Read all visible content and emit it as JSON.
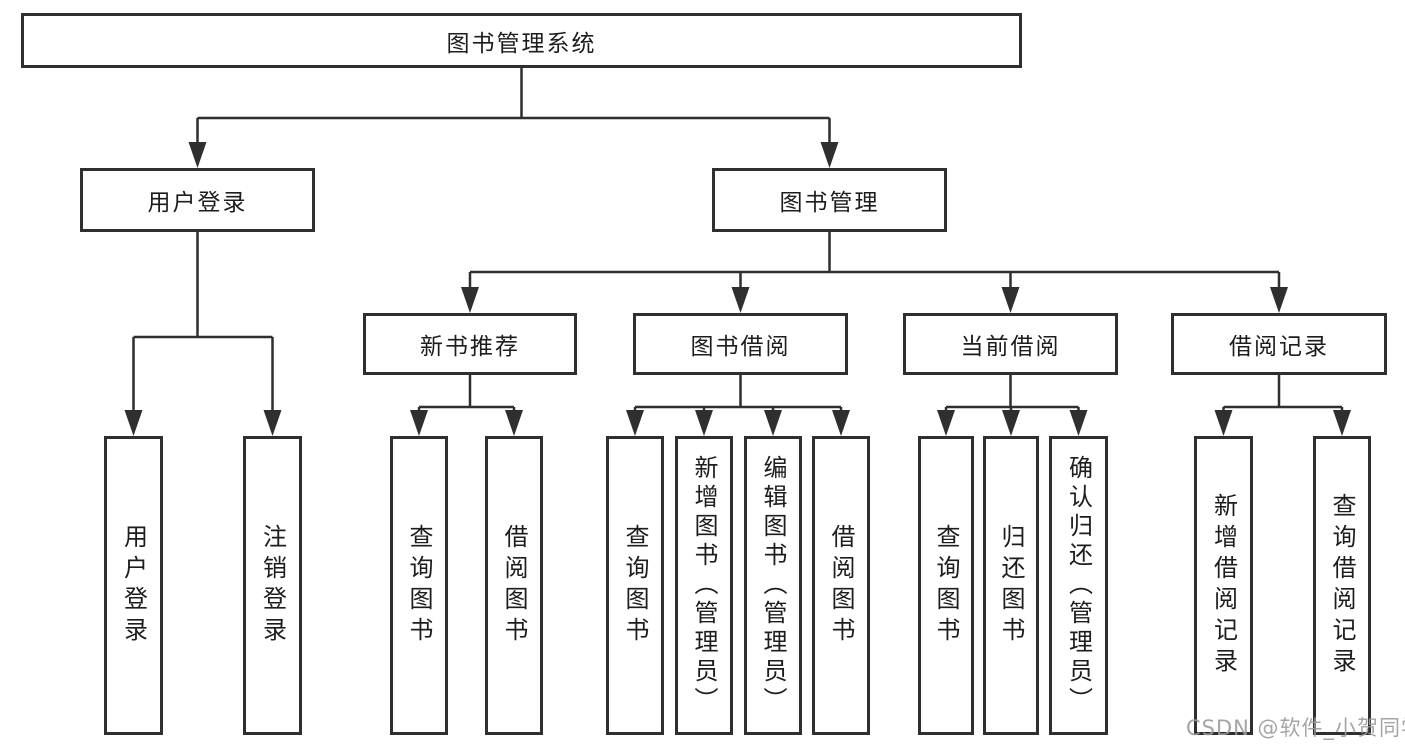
{
  "tree": {
    "label": "图书管理系统",
    "children": [
      {
        "label": "用户登录",
        "children": [
          {
            "label": "用户登录"
          },
          {
            "label": "注销登录"
          }
        ]
      },
      {
        "label": "图书管理",
        "children": [
          {
            "label": "新书推荐",
            "children": [
              {
                "label": "查询图书"
              },
              {
                "label": "借阅图书"
              }
            ]
          },
          {
            "label": "图书借阅",
            "children": [
              {
                "label": "查询图书"
              },
              {
                "label": "新增图书（管理员）"
              },
              {
                "label": "编辑图书（管理员）"
              },
              {
                "label": "借阅图书"
              }
            ]
          },
          {
            "label": "当前借阅",
            "children": [
              {
                "label": "查询图书"
              },
              {
                "label": "归还图书"
              },
              {
                "label": "确认归还（管理员）"
              }
            ]
          },
          {
            "label": "借阅记录",
            "children": [
              {
                "label": "新增借阅记录"
              },
              {
                "label": "查询借阅记录"
              }
            ]
          }
        ]
      }
    ]
  },
  "watermark": {
    "text": "CSDN @软件_小贺同学"
  },
  "colors": {
    "line": "#2f2f2f",
    "text": "#1d1d1d",
    "watermark": "#9b9b9b",
    "background": "#ffffff"
  }
}
